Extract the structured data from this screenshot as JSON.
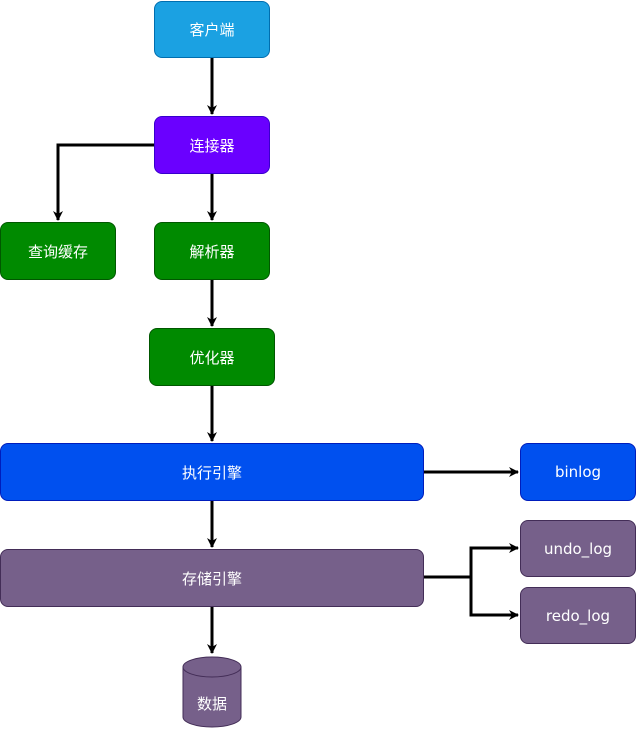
{
  "colors": {
    "client": "#1ba1e2",
    "connector": "#6a00ff",
    "green": "#008a00",
    "blue": "#0050ef",
    "purple": "#76608a",
    "edge": "#000000"
  },
  "nodes": {
    "client": "客户端",
    "connector": "连接器",
    "query_cache": "查询缓存",
    "parser": "解析器",
    "optimizer": "优化器",
    "executor": "执行引擎",
    "binlog": "binlog",
    "storage_engine": "存储引擎",
    "undo_log": "undo_log",
    "redo_log": "redo_log",
    "data": "数据"
  },
  "edges": [
    {
      "from": "client",
      "to": "connector"
    },
    {
      "from": "connector",
      "to": "query_cache"
    },
    {
      "from": "connector",
      "to": "parser"
    },
    {
      "from": "parser",
      "to": "optimizer"
    },
    {
      "from": "optimizer",
      "to": "executor"
    },
    {
      "from": "executor",
      "to": "binlog"
    },
    {
      "from": "executor",
      "to": "storage_engine"
    },
    {
      "from": "storage_engine",
      "to": "undo_log"
    },
    {
      "from": "storage_engine",
      "to": "redo_log"
    },
    {
      "from": "storage_engine",
      "to": "data"
    }
  ]
}
